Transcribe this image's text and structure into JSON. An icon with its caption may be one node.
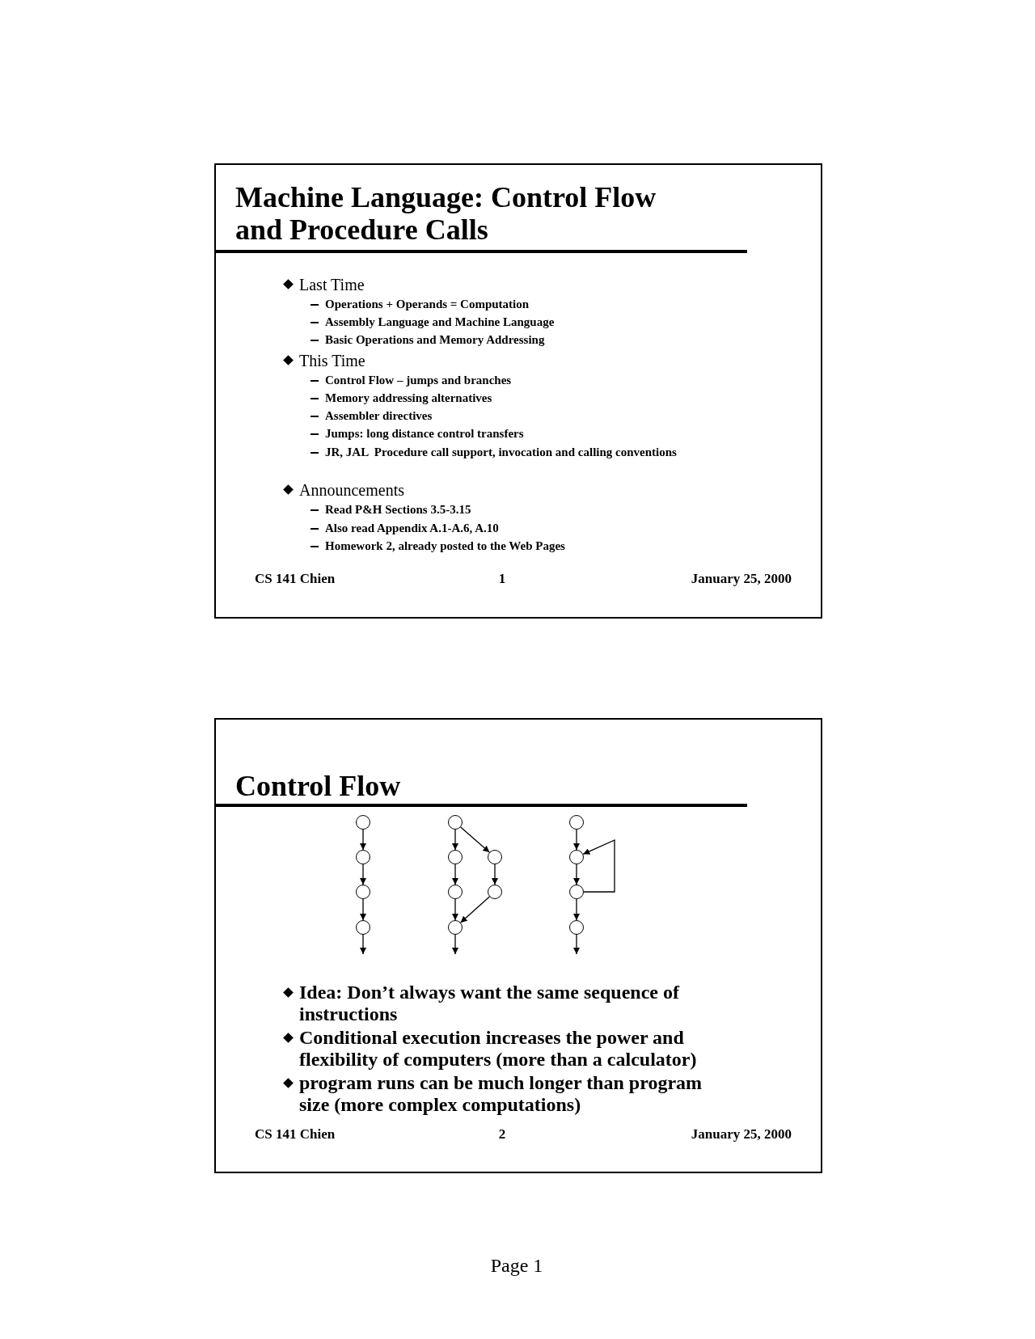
{
  "diagram": {
    "nodes": [
      {
        "text": [
          "Machine Language: Control Flow and Procedure Calls"
        ]
      },
      {
        "text": [
          "Control Flow"
        ]
      },
      {
        "text": [],
        "shape": "circle",
        "in": 1
      },
      {
        "text": [],
        "shape": "circle",
        "in": 1
      },
      {
        "text": [],
        "shape": "circle",
        "in": 1
      },
      {
        "text": [],
        "shape": "circle",
        "in": 1
      },
      {
        "text": [],
        "shape": "circle",
        "in": 1
      },
      {
        "text": [],
        "shape": "circle",
        "in": 1
      },
      {
        "text": [],
        "shape": "circle",
        "in": 1
      },
      {
        "text": [],
        "shape": "circle",
        "in": 1
      },
      {
        "text": [],
        "shape": "circle",
        "in": 1
      },
      {
        "text": [],
        "shape": "circle",
        "in": 1
      },
      {
        "text": [],
        "shape": "circle",
        "in": 1
      },
      {
        "text": [],
        "shape": "circle",
        "in": 1
      },
      {
        "text": [],
        "shape": "circle",
        "in": 1
      },
      {
        "text": [],
        "shape": "circle",
        "in": 1
      }
    ],
    "edges": [
      {
        "from": 2,
        "to": 3,
        "arrow": "to"
      },
      {
        "from": 3,
        "to": 4,
        "arrow": "to"
      },
      {
        "from": 4,
        "to": 5,
        "arrow": "to"
      },
      {
        "from": 5,
        "to": null,
        "arrow": "to"
      },
      {
        "from": 6,
        "to": 7,
        "arrow": "to"
      },
      {
        "from": 6,
        "to": 8,
        "arrow": "to"
      },
      {
        "from": 7,
        "to": 9,
        "arrow": "to"
      },
      {
        "from": 8,
        "to": 10,
        "arrow": "to"
      },
      {
        "from": 9,
        "to": 11,
        "arrow": "to"
      },
      {
        "from": 10,
        "to": 11,
        "arrow": "to"
      },
      {
        "from": 11,
        "to": null,
        "arrow": "to"
      },
      {
        "from": 12,
        "to": 13,
        "arrow": "to"
      },
      {
        "from": 13,
        "to": 14,
        "arrow": "to"
      },
      {
        "from": 14,
        "to": 13,
        "arrow": "to"
      },
      {
        "from": 14,
        "to": 15,
        "arrow": "to"
      },
      {
        "from": 15,
        "to": null,
        "arrow": "to"
      }
    ],
    "labels": [
      "Last Time",
      "Operations + Operands = Computation",
      "Assembly Language and Machine Language",
      "Basic Operations and Memory Addressing",
      "This Time",
      "Control Flow – jumps and branches",
      "Memory addressing alternatives",
      "Assembler directives",
      "Jumps: long distance control transfers",
      "JR, JAL  Procedure call support, invocation and calling conventions",
      "Announcements",
      "Read P&H Sections 3.5-3.15",
      "Also read Appendix A.1-A.6, A.10",
      "Homework 2, already posted to the Web Pages",
      "CS 141 Chien",
      "1",
      "January 25, 2000",
      "Idea: Don’t always want the same sequence of instructions",
      "Conditional execution increases the power and flexibility of computers (more than a calculator)",
      "program runs can be much longer than program size (more complex computations)",
      "CS 141 Chien",
      "2",
      "January 25, 2000",
      "Page 1"
    ]
  }
}
